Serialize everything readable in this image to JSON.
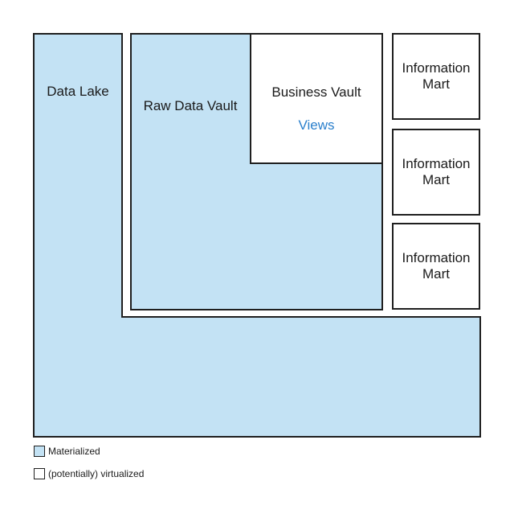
{
  "diagram": {
    "title_implicit": "",
    "boxes": {
      "data_lake": {
        "label": "Data Lake"
      },
      "raw_data_vault": {
        "label": "Raw Data Vault"
      },
      "business_vault": {
        "label": "Business Vault",
        "sublabel": "Views"
      },
      "information_marts": [
        {
          "label": "Information Mart"
        },
        {
          "label": "Information Mart"
        },
        {
          "label": "Information Mart"
        }
      ]
    },
    "legend": {
      "items": [
        {
          "swatch": "materialized-swatch",
          "label": "Materialized"
        },
        {
          "swatch": "potentially-virtualized-swatch",
          "label": "(potentially) virtualized"
        }
      ]
    },
    "colors": {
      "materialized_fill": "#c3e2f4",
      "virtualized_fill": "#ffffff",
      "stroke": "#1f1f1f",
      "text": "#1a1a1a",
      "views_link_blue": "#2a7fcc",
      "background": "#ffffff"
    }
  }
}
